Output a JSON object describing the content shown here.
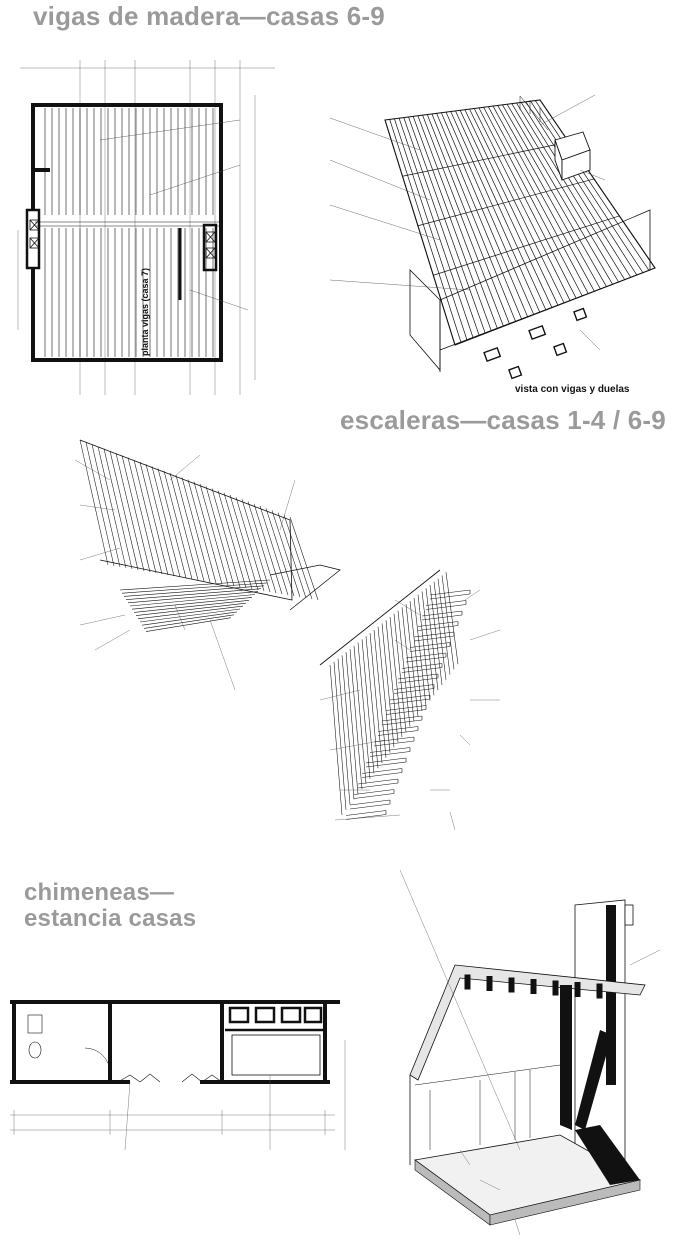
{
  "headings": {
    "vigas": "vigas de madera—casas 6-9",
    "escaleras": "escaleras—casas 1-4 / 6-9",
    "chimeneas": "chimeneas—estancia casas"
  },
  "captions": {
    "vista": "vista con vigas y duelas",
    "planta": "planta vigas (casa 7)"
  },
  "colors": {
    "heading": "#9a9a9a",
    "ink": "#111111",
    "paper": "#ffffff"
  }
}
